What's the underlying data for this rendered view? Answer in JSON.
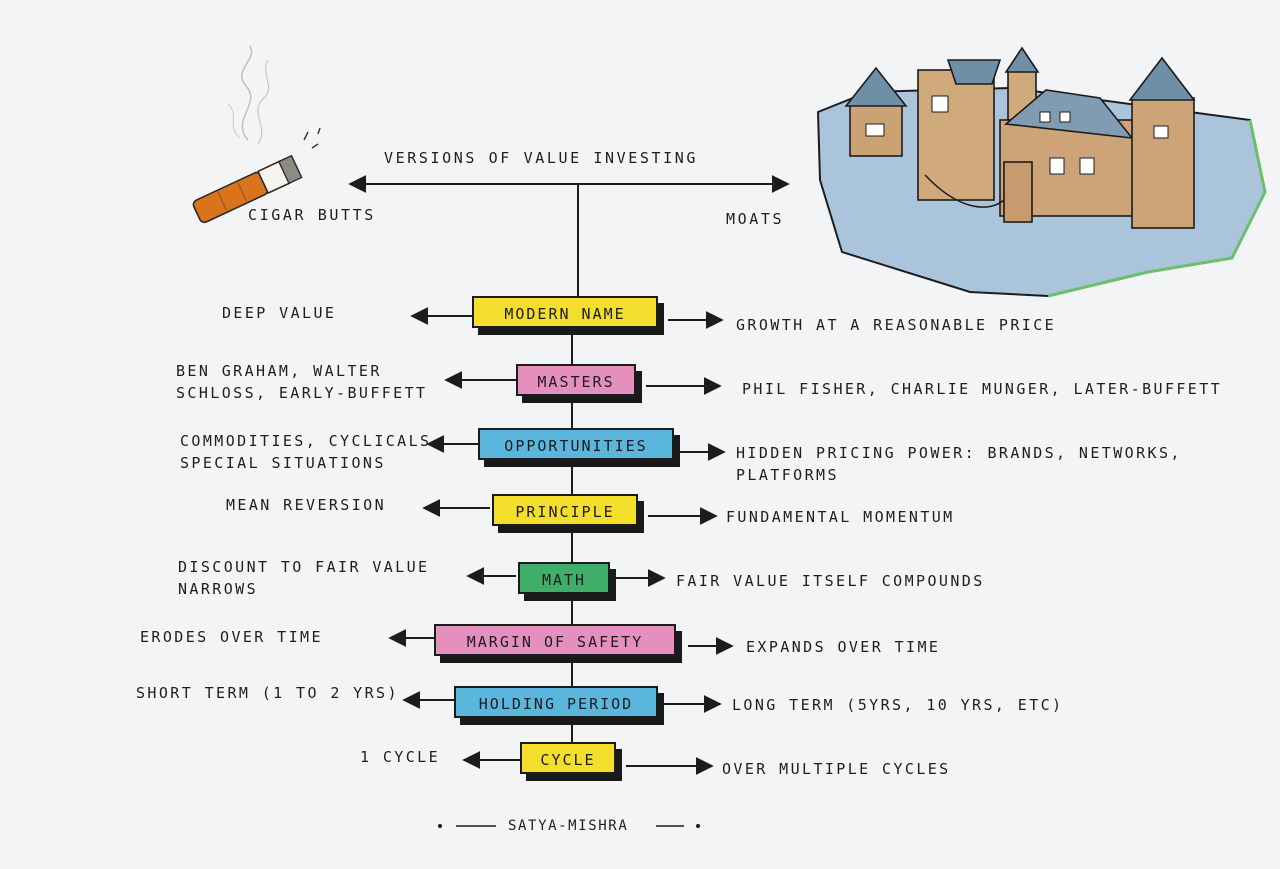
{
  "title": "VERSIONS OF VALUE INVESTING",
  "left_version": "CIGAR BUTTS",
  "right_version": "MOATS",
  "rows": [
    {
      "label": "MODERN NAME",
      "left": "DEEP VALUE",
      "right": "GROWTH AT A REASONABLE PRICE",
      "color": "#f4de2c"
    },
    {
      "label": "MASTERS",
      "left": "BEN GRAHAM, WALTER\nSCHLOSS, EARLY-BUFFETT",
      "right": "PHIL FISHER, CHARLIE MUNGER, LATER-BUFFETT",
      "color": "#e58fbf"
    },
    {
      "label": "OPPORTUNITIES",
      "left": "COMMODITIES, CYCLICALS,\nSPECIAL SITUATIONS",
      "right": "HIDDEN PRICING POWER: BRANDS, NETWORKS,\nPLATFORMS",
      "color": "#5bb6de"
    },
    {
      "label": "PRINCIPLE",
      "left": "MEAN REVERSION",
      "right": "FUNDAMENTAL MOMENTUM",
      "color": "#f4de2c"
    },
    {
      "label": "MATH",
      "left": "DISCOUNT TO FAIR VALUE\nNARROWS",
      "right": "FAIR VALUE ITSELF COMPOUNDS",
      "color": "#3fae6a"
    },
    {
      "label": "MARGIN OF SAFETY",
      "left": "ERODES OVER TIME",
      "right": "EXPANDS OVER TIME",
      "color": "#e58fbf"
    },
    {
      "label": "HOLDING PERIOD",
      "left": "SHORT TERM (1 TO 2 YRS)",
      "right": "LONG TERM (5YRS, 10 YRS, ETC)",
      "color": "#5bb6de"
    },
    {
      "label": "CYCLE",
      "left": "1 CYCLE",
      "right": "OVER MULTIPLE CYCLES",
      "color": "#f4de2c"
    }
  ],
  "signature": "SATYA-MISHRA",
  "icons": [
    "cigar-icon",
    "castle-icon"
  ]
}
